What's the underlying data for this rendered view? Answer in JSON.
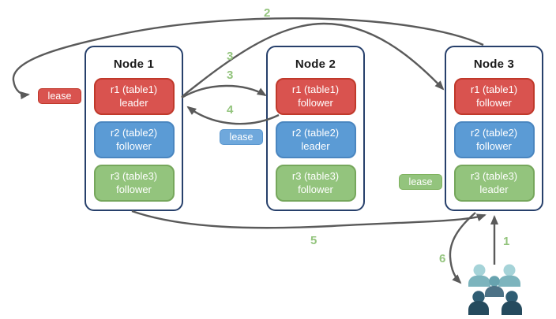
{
  "diagram": {
    "nodes": [
      {
        "title": "Node 1",
        "replicas": [
          {
            "name": "r1 (table1)",
            "role": "leader",
            "color": "#d9534f"
          },
          {
            "name": "r2 (table2)",
            "role": "follower",
            "color": "#5b9bd5"
          },
          {
            "name": "r3 (table3)",
            "role": "follower",
            "color": "#93c47d"
          }
        ]
      },
      {
        "title": "Node 2",
        "replicas": [
          {
            "name": "r1 (table1)",
            "role": "follower",
            "color": "#d9534f"
          },
          {
            "name": "r2 (table2)",
            "role": "leader",
            "color": "#5b9bd5"
          },
          {
            "name": "r3 (table3)",
            "role": "follower",
            "color": "#93c47d"
          }
        ]
      },
      {
        "title": "Node 3",
        "replicas": [
          {
            "name": "r1 (table1)",
            "role": "follower",
            "color": "#d9534f"
          },
          {
            "name": "r2 (table2)",
            "role": "follower",
            "color": "#5b9bd5"
          },
          {
            "name": "r3 (table3)",
            "role": "leader",
            "color": "#93c47d"
          }
        ]
      }
    ],
    "leases": [
      {
        "label": "lease",
        "color": "#d9534f"
      },
      {
        "label": "lease",
        "color": "#6fa8dc"
      },
      {
        "label": "lease",
        "color": "#93c47d"
      }
    ],
    "steps": {
      "s1": "1",
      "s2": "2",
      "s3a": "3",
      "s3b": "3",
      "s4": "4",
      "s5": "5",
      "s6": "6"
    },
    "users_icon": "users-group-icon"
  },
  "colors": {
    "node_border": "#27406b",
    "arrow": "#5a5a5a",
    "step_label": "#93c47d",
    "replica_red": "#d9534f",
    "replica_blue": "#5b9bd5",
    "replica_green": "#93c47d",
    "users_back_head": "#a5d3d8",
    "users_back_body": "#7cb4bd",
    "users_mid_head": "#67a3af",
    "users_mid_body": "#4d7286",
    "users_front_head": "#2f5d73",
    "users_front_body": "#254b5e"
  }
}
